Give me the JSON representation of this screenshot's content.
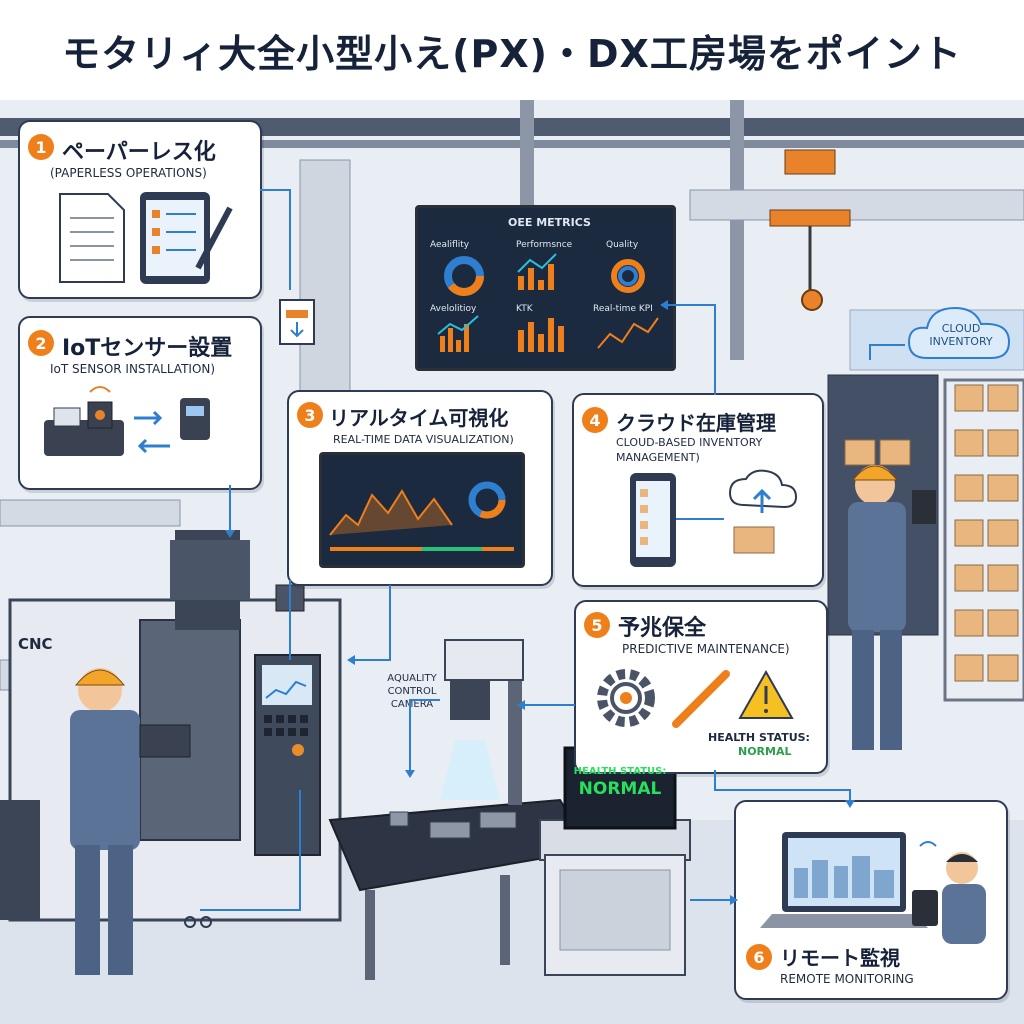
{
  "title": "モタリィ大全小型小え(PX)・DX工房場をポイント",
  "colors": {
    "accent": "#ef7f1a",
    "ink": "#16223a",
    "panel": "#1c2a40",
    "status_green": "#28e05c",
    "bg": "#eef2f7"
  },
  "cards": [
    {
      "number": "1",
      "title": "ペーパーレス化",
      "subtitle": "(PAPERLESS OPERATIONS)"
    },
    {
      "number": "2",
      "title": "IoTセンサー設置",
      "subtitle": "IoT SENSOR INSTALLATION)"
    },
    {
      "number": "3",
      "title": "リアルタイム可視化",
      "subtitle": "REAL-TIME DATA VISUALIZATION)"
    },
    {
      "number": "4",
      "title": "クラウド在庫管理",
      "subtitle": "CLOUD-BASED INVENTORY MANAGEMENT)"
    },
    {
      "number": "5",
      "title": "予兆保全",
      "subtitle": "PREDICTIVE MAINTENANCE)",
      "health_label": "HEALTH STATUS:",
      "health_value": "NORMAL"
    },
    {
      "number": "6",
      "title": "リモート監視",
      "subtitle": "REMOTE MONITORING"
    }
  ],
  "oee": {
    "title": "OEE METRICS",
    "panels": [
      "Aealiflity",
      "Performsnce",
      "Quality",
      "Avelolitioy",
      "KTK",
      "Real-time KPI"
    ]
  },
  "cloud_inventory": "CLOUD INVENTORY",
  "cnc_label": "CNC",
  "camera_label": "AQUALITY CONTROL CAMERA",
  "terminal": {
    "label": "HEALTH STATUS:",
    "value": "NORMAL"
  }
}
